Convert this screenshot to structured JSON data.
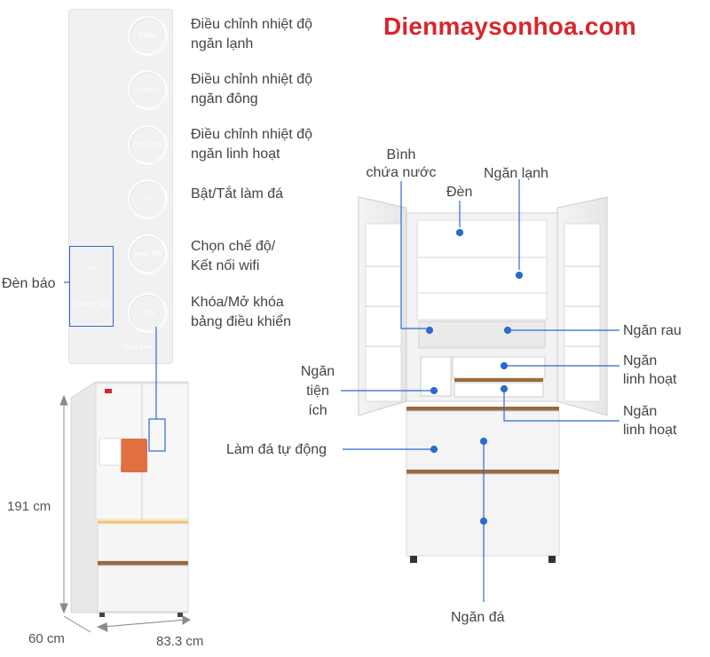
{
  "brand": "Dienmaysonhoa.com",
  "panel": {
    "buttons": [
      "Fridge",
      "Freezer",
      "Conv Zone",
      "Ice",
      "Mode Wifi",
      "Lock"
    ],
    "indicator_text": "Sensing OFF",
    "bottom_brand": "Hold 3sec"
  },
  "panel_labels": {
    "fridge_temp": [
      "Điều chỉnh nhiệt độ",
      "ngăn lạnh"
    ],
    "freezer_temp": [
      "Điều chỉnh nhiệt độ",
      "ngăn đông"
    ],
    "flex_temp": [
      "Điều chỉnh nhiệt độ",
      "ngăn linh hoạt"
    ],
    "ice_toggle": "Bật/Tắt làm đá",
    "mode_wifi": [
      "Chọn chế độ/",
      "Kết nối wifi"
    ],
    "lock": [
      "Khóa/Mở khóa",
      "bảng điều khiển"
    ],
    "indicator": "Đèn báo"
  },
  "dimensions": {
    "height": "191 cm",
    "depth": "60 cm",
    "width": "83.3 cm"
  },
  "fridge_labels": {
    "water_tank": [
      "Bình",
      "chứa nước"
    ],
    "light": "Đèn",
    "fridge_compartment": "Ngăn lạnh",
    "vegetable": "Ngăn rau",
    "flex_1": [
      "Ngăn",
      "linh hoạt"
    ],
    "flex_2": [
      "Ngăn",
      "linh hoạt"
    ],
    "utility": [
      "Ngăn",
      "tiện",
      "ích"
    ],
    "auto_ice": "Làm đá tự động",
    "freezer": "Ngăn đá"
  },
  "colors": {
    "brand": "#d8262b",
    "callout": "#2d6ad0",
    "wood_trim": "#9a6a3f"
  }
}
